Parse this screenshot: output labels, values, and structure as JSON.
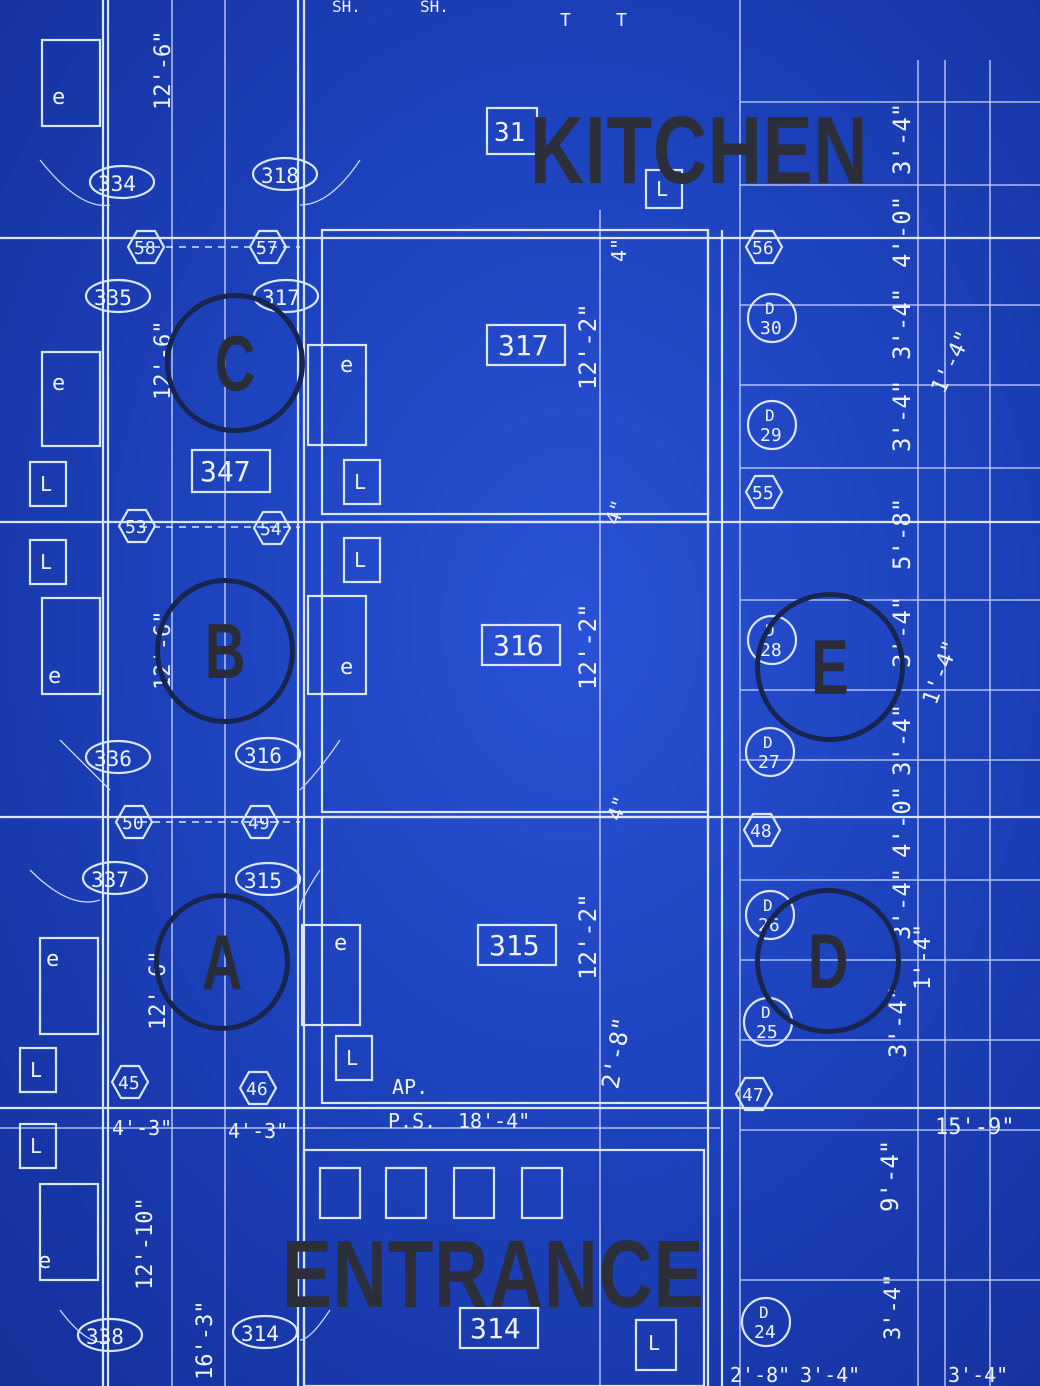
{
  "labels": {
    "kitchen": "KITCHEN",
    "entrance": "ENTRANCE"
  },
  "zones": [
    {
      "id": "C",
      "label": "C"
    },
    {
      "id": "B",
      "label": "B"
    },
    {
      "id": "A",
      "label": "A"
    },
    {
      "id": "E",
      "label": "E"
    },
    {
      "id": "D",
      "label": "D"
    }
  ],
  "rooms": [
    "317",
    "316",
    "315",
    "347",
    "314",
    "31"
  ],
  "door_numbers": [
    "334",
    "318",
    "335",
    "317",
    "336",
    "316",
    "337",
    "315",
    "338",
    "314"
  ],
  "column_numbers": [
    "58",
    "57",
    "56",
    "53",
    "54",
    "55",
    "50",
    "49",
    "48",
    "45",
    "46",
    "47"
  ],
  "fixtures": [
    "e",
    "L",
    "SH.",
    "T",
    "D"
  ],
  "dimensions": [
    "12'-6\"",
    "12'-2\"",
    "4\"",
    "3'-4\"",
    "4'-0\"",
    "1'-4\"",
    "5'-8\"",
    "2'-8\"",
    "4'-3\"",
    "18'-4\"",
    "15'-9\"",
    "9'-4\"",
    "12'-10\"",
    "16'-3\"",
    "P.S.",
    "AP."
  ],
  "d_marks": [
    "30",
    "29",
    "28",
    "27",
    "26",
    "25",
    "24"
  ],
  "colors": {
    "blueprint": "#1d43be",
    "linework": "#dbe6ff",
    "overlay_text": "#2c2f3a"
  }
}
